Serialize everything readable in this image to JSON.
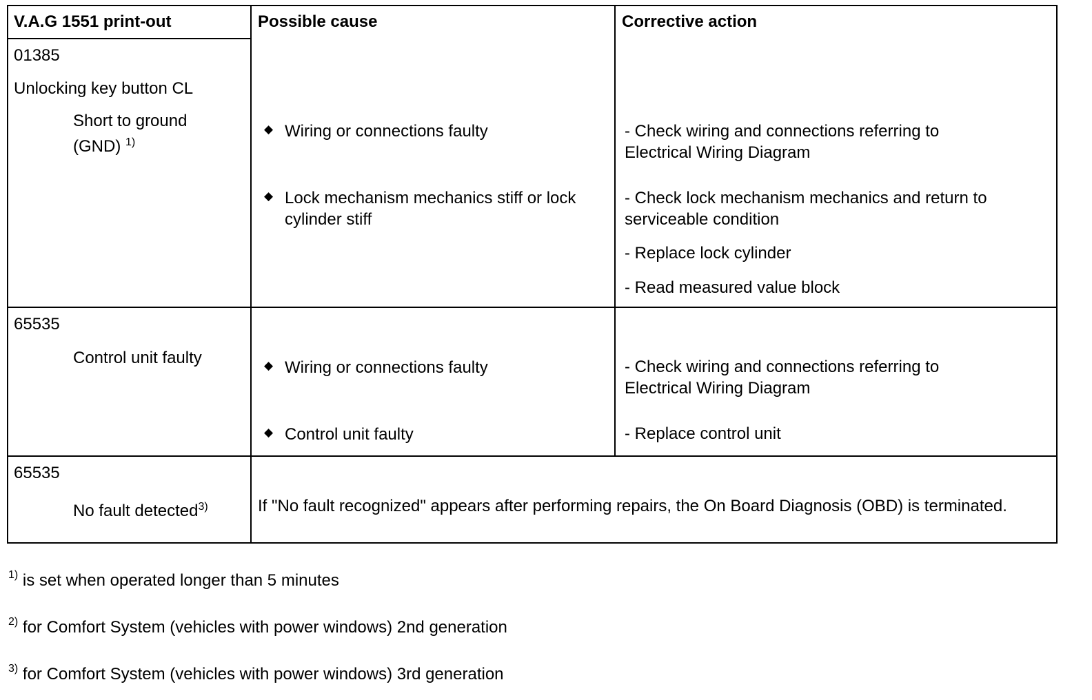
{
  "headers": {
    "printout": "V.A.G 1551 print-out",
    "cause": "Possible cause",
    "action": "Corrective action"
  },
  "bullet_glyph": "◆",
  "row1": {
    "code": "01385",
    "component": "Unlocking key button CL",
    "fault_line1": "Short to ground",
    "fault_line2": "(GND)",
    "fault_sup": "1)",
    "cause1": "Wiring or connections faulty",
    "cause2": "Lock mechanism mechanics stiff or lock cylinder stiff",
    "action1": "- Check wiring and connections referring to Electrical Wiring Diagram",
    "action2": "- Check lock mechanism mechanics and return to serviceable condition",
    "action3": "- Replace lock cylinder",
    "action4": "- Read measured value block"
  },
  "row2": {
    "code": "65535",
    "fault": "Control unit faulty",
    "cause1": "Wiring or connections faulty",
    "cause2": "Control unit faulty",
    "action1": "- Check wiring and connections referring to Electrical Wiring Diagram",
    "action2": "- Replace control unit"
  },
  "row3": {
    "code": "65535",
    "fault": "No fault detected",
    "fault_sup": "3)",
    "note": "If \"No fault recognized\" appears after performing repairs, the On Board Diagnosis (OBD) is terminated."
  },
  "footnotes": [
    {
      "mark": "1)",
      "text": " is set when operated longer than 5 minutes"
    },
    {
      "mark": "2)",
      "text": " for Comfort System (vehicles with power windows) 2nd generation"
    },
    {
      "mark": "3)",
      "text": " for Comfort System (vehicles with power windows) 3rd generation"
    }
  ]
}
